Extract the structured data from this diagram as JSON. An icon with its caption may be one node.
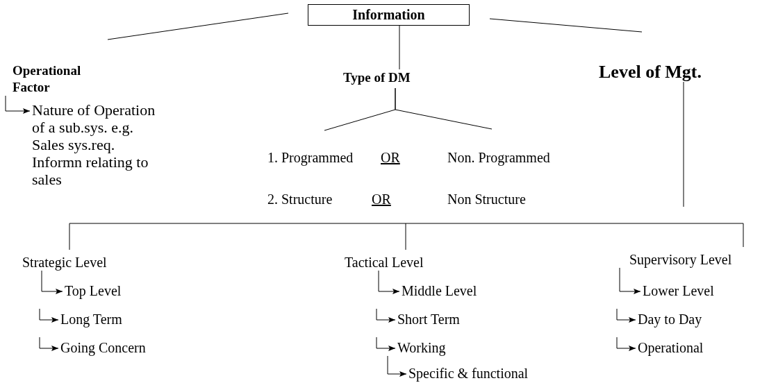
{
  "diagram": {
    "nodes": [
      {
        "text": [
          "Information"
        ]
      },
      {
        "text": [
          "Operational Factor"
        ]
      },
      {
        "text": [
          "Type of DM"
        ]
      },
      {
        "text": [
          "Level of Mgt."
        ]
      },
      {
        "text": [
          "Nature of Operation of a sub.sys. e.g. Sales sys.req. Informn relating to sales"
        ]
      },
      {
        "text": [
          "1. Programmed"
        ]
      },
      {
        "text": [
          "Non. Programmed"
        ]
      },
      {
        "text": [
          "Strategic Level"
        ]
      },
      {
        "text": [
          "Tactical Level"
        ]
      },
      {
        "text": [
          "Supervisory Level"
        ]
      },
      {
        "text": [
          "Top Level"
        ]
      },
      {
        "text": [
          "Long Term"
        ]
      },
      {
        "text": [
          "Going Concern"
        ]
      },
      {
        "text": [
          "Middle Level"
        ]
      },
      {
        "text": [
          "Short Term"
        ]
      },
      {
        "text": [
          "Working"
        ]
      },
      {
        "text": [
          "Specific & functional"
        ]
      },
      {
        "text": [
          "Lower Level"
        ]
      },
      {
        "text": [
          "Day to Day"
        ]
      },
      {
        "text": [
          "Operational"
        ]
      }
    ],
    "edges": [
      {
        "from": 0,
        "to": 1,
        "arrow": "none"
      },
      {
        "from": 0,
        "to": 2,
        "arrow": "none"
      },
      {
        "from": 0,
        "to": 3,
        "arrow": "none"
      },
      {
        "from": 2,
        "to": 5,
        "arrow": "none"
      },
      {
        "from": 2,
        "to": 6,
        "arrow": "none"
      },
      {
        "from": 3,
        "to": null,
        "arrow": "none"
      },
      {
        "from": null,
        "to": 7,
        "arrow": "none"
      },
      {
        "from": null,
        "to": 8,
        "arrow": "none"
      },
      {
        "from": null,
        "to": 9,
        "arrow": "none"
      },
      {
        "from": 1,
        "to": 4,
        "arrow": "to"
      },
      {
        "from": 7,
        "to": 10,
        "arrow": "to"
      },
      {
        "from": null,
        "to": 11,
        "arrow": "to"
      },
      {
        "from": null,
        "to": 12,
        "arrow": "to"
      },
      {
        "from": 8,
        "to": 13,
        "arrow": "to"
      },
      {
        "from": null,
        "to": 14,
        "arrow": "to"
      },
      {
        "from": null,
        "to": 15,
        "arrow": "to"
      },
      {
        "from": 15,
        "to": 16,
        "arrow": "to"
      },
      {
        "from": 9,
        "to": 17,
        "arrow": "to"
      },
      {
        "from": null,
        "to": 18,
        "arrow": "to"
      },
      {
        "from": null,
        "to": 19,
        "arrow": "to"
      }
    ],
    "labels": [
      "OR",
      "2. Structure",
      "OR",
      "Non Structure"
    ]
  }
}
